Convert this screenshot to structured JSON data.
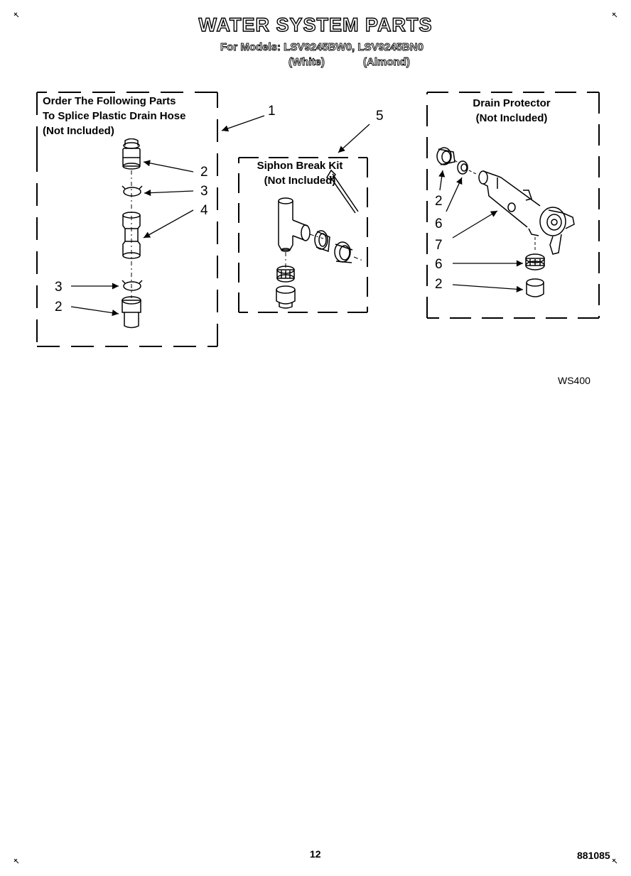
{
  "header": {
    "title": "WATER SYSTEM PARTS",
    "models_line": "For Models: LSV9245BW0, LSV9245BN0",
    "color_white": "(White)",
    "color_almond": "(Almond)"
  },
  "boxes": {
    "splice": {
      "line1": "Order The Following Parts",
      "line2": "To Splice Plastic Drain Hose",
      "line3": "(Not Included)"
    },
    "siphon": {
      "line1": "Siphon Break Kit",
      "line2": "(Not Included)"
    },
    "drain": {
      "line1": "Drain Protector",
      "line2": "(Not Included)"
    }
  },
  "callouts": {
    "c1": "1",
    "c2a": "2",
    "c3a": "3",
    "c4": "4",
    "c3b": "3",
    "c2b": "2",
    "c5": "5",
    "d2a": "2",
    "d6a": "6",
    "d7": "7",
    "d6b": "6",
    "d2b": "2"
  },
  "figure_code": "WS400",
  "footer": {
    "page_number": "12",
    "doc_number": "881085"
  }
}
